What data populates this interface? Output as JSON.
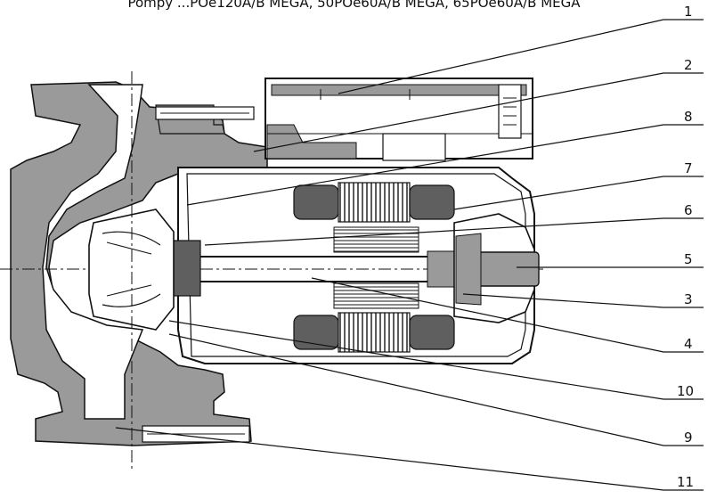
{
  "caption": "Pompy ...POe120A/B MEGA, 50POe60A/B MEGA, 65POe60A/B MEGA",
  "callouts": [
    "1",
    "2",
    "8",
    "7",
    "6",
    "5",
    "3",
    "4",
    "10",
    "9",
    "11"
  ],
  "colors": {
    "body_gray": "#9a9a9a",
    "dark_gray": "#5f5f5f",
    "line": "#111111",
    "background": "#ffffff"
  }
}
